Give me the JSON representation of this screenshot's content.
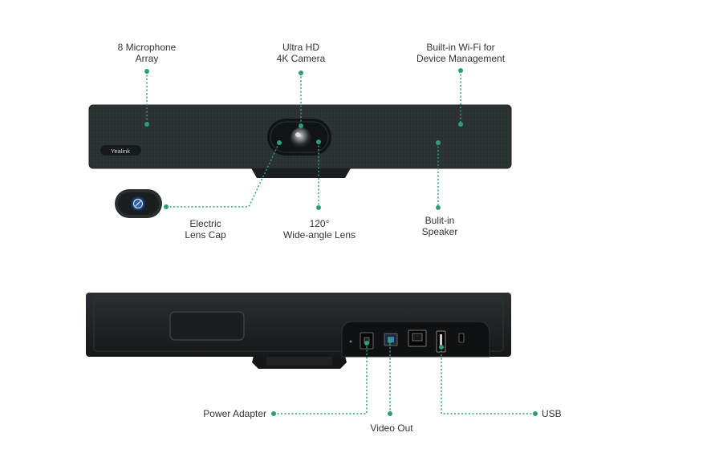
{
  "colors": {
    "accent": "#2e9e7a",
    "device_front": "#2b3234",
    "device_rear": "#1f2324",
    "text": "#333333"
  },
  "front_view": {
    "brand": "Yealink",
    "callouts": [
      {
        "name": "microphone-array",
        "lines": [
          "8 Microphone",
          "Array"
        ]
      },
      {
        "name": "camera",
        "lines": [
          "Ultra HD",
          "4K Camera"
        ]
      },
      {
        "name": "wifi",
        "lines": [
          "Built-in Wi-Fi for",
          "Device Management"
        ]
      },
      {
        "name": "lens-cap",
        "lines": [
          "Electric",
          "Lens Cap"
        ]
      },
      {
        "name": "wide-angle-lens",
        "lines": [
          "120°",
          "Wide-angle Lens"
        ]
      },
      {
        "name": "speaker",
        "lines": [
          "Bulit-in",
          "Speaker"
        ]
      }
    ]
  },
  "rear_view": {
    "callouts": [
      {
        "name": "power-adapter",
        "lines": [
          "Power Adapter"
        ]
      },
      {
        "name": "video-out",
        "lines": [
          "Video Out"
        ]
      },
      {
        "name": "usb",
        "lines": [
          "USB"
        ]
      }
    ]
  }
}
